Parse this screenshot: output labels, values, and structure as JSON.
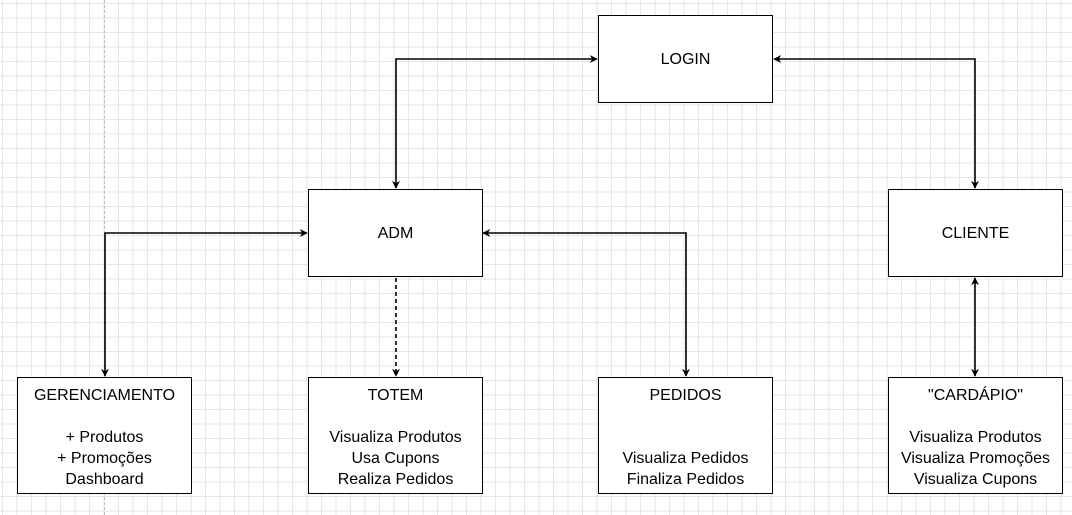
{
  "nodes": {
    "login": {
      "title": "LOGIN"
    },
    "adm": {
      "title": "ADM"
    },
    "cliente": {
      "title": "CLIENTE"
    },
    "gerenciamento": {
      "title": "GERENCIAMENTO",
      "lines": [
        "+ Produtos",
        "+ Promoções",
        "Dashboard"
      ]
    },
    "totem": {
      "title": "TOTEM",
      "lines": [
        "Visualiza Produtos",
        "Usa Cupons",
        "Realiza Pedidos"
      ]
    },
    "pedidos": {
      "title": "PEDIDOS",
      "lines": [
        "Visualiza Pedidos",
        "Finaliza Pedidos"
      ]
    },
    "cardapio": {
      "title": "\"CARDÁPIO\"",
      "lines": [
        "Visualiza Produtos",
        "Visualiza Promoções",
        "Visualiza Cupons"
      ]
    }
  },
  "edges": [
    {
      "from": "login",
      "to": "adm",
      "style": "solid",
      "arrows": "both"
    },
    {
      "from": "login",
      "to": "cliente",
      "style": "solid",
      "arrows": "both"
    },
    {
      "from": "adm",
      "to": "gerenciamento",
      "style": "solid",
      "arrows": "both"
    },
    {
      "from": "adm",
      "to": "totem",
      "style": "dashed",
      "arrows": "end"
    },
    {
      "from": "adm",
      "to": "pedidos",
      "style": "solid",
      "arrows": "both"
    },
    {
      "from": "cliente",
      "to": "cardapio",
      "style": "solid",
      "arrows": "both"
    }
  ],
  "colors": {
    "stroke": "#000000",
    "fill": "#ffffff",
    "grid": "#e6e6e6",
    "background": "#ffffff"
  }
}
